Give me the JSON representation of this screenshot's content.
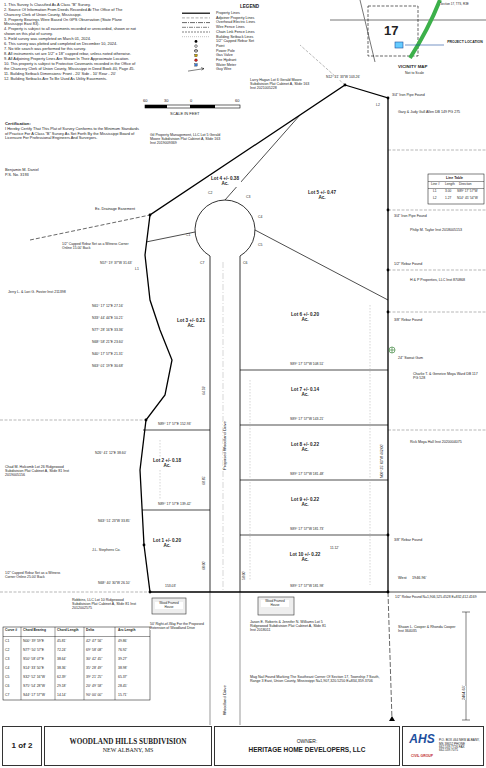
{
  "diagram": {
    "nodes": [
      {
        "text": [
          "1 of 2"
        ]
      },
      {
        "text": [
          "WOODLAND HILLS SUBDIVISION",
          "NEW ALBANY, MS"
        ]
      },
      {
        "text": [
          "OWNER:",
          "HERITAGE HOME DEVELOPERS, LLC"
        ]
      },
      {
        "text": [
          "AHS",
          "CIVIL GROUP",
          "P.O. BOX 464 NEW ALBANY, MS 38652 PHONE 662.539.7726 FAX 662.539.7075"
        ]
      }
    ],
    "labels": [
      "1. This Survey Is Classified As A Class \"B\" Survey.",
      "2. Source Of Information From Deeds Recorded At The Office of The Chancery Clerk of Union County, Mississippi.",
      "3. Property Bearings Were Based On GPS Observation (State Plane Mississippi East 83).",
      "4. Property is subject to all easements recorded or unrecorded, shown or not shown on this plat of survey.",
      "5. Field survey was completed on March 01, 2024.",
      "6. This survey was plotted and completed on December 10, 2024.",
      "7. No title search was performed for this survey.",
      "8. All instruments set are 1/2\" x 18\" capped rebar, unless noted otherwise.",
      "9. All Adjoining Property Lines Are Shown In Their Approximate Location.",
      "10. This property is subject to Protective Covenants recorded in the Office of the Chancery Clerk of Union County, Mississippi in Deed Book 40, Page 45.",
      "11. Building Setback Dimensions: Front - 20' Side - 10' Rear - 20'",
      "12. Building Setbacks Are To Be Used As Utility Easements.",
      "Certification:",
      "I Hereby Certify That This Plat of Survey Conforms to the Minimum Standards of Practice For A Class \"B\" Survey As Set Forth By the Mississippi Board of Licensure For Professional Engineers And Surveyors.",
      "Benjamin M. Daniel",
      "P.S. No. 3193",
      "LEGEND",
      "60",
      "30",
      "0",
      "60",
      "SCALE IN FEET",
      "17",
      "PROJECT LOCATION",
      "VICINITY MAP",
      "Not to Scale",
      "Section 17, T7S, R3E",
      "Line Table",
      "Line #",
      "Length",
      "Direction",
      "L1",
      "3.00",
      "S89° 17' 57\"W",
      "L2",
      "1.27",
      "N14° 45' 54\"W",
      "Curve #",
      "Chord Bearing",
      "Chord Length",
      "Delta",
      "Arc Length",
      "C1",
      "N00° 39' 59\"E",
      "45.81'",
      "42° 47' 56\"",
      "49.86'",
      "C2",
      "N77° 50' 57\"E",
      "72.24'",
      "69° 58' 08\"",
      "76.92'",
      "C3",
      "S50° 58' 07\"E",
      "38.64'",
      "30° 42' 45\"",
      "39.27'",
      "C4",
      "S14° 33' 50\"E",
      "38.36'",
      "35° 28' 49\"",
      "38.98'",
      "C5",
      "S32° 52' 16\"W",
      "62.39'",
      "39° 21' 25\"",
      "65.37'",
      "C6",
      "S75° 54' 28\"W",
      "29.18'",
      "20° 49' 58\"",
      "28.45'",
      "C7",
      "S44° 17' 57\"W",
      "14.14'",
      "90° 00' 00\"",
      "15.71'",
      "Lot 1 +/- 0.20 Ac.",
      "Lot 2 +/- 0.18 Ac.",
      "Lot 3 +/- 0.21 Ac.",
      "Lot 4 +/- 0.38 Ac.",
      "Lot 5 +/- 0.47 Ac.",
      "Lot 6 +/- 0.20 Ac.",
      "Lot 7 +/- 0.14 Ac.",
      "Lot 8 +/- 0.22 Ac.",
      "Lot 9 +/- 0.22 Ac.",
      "Lot 10 +/- 0.22 Ac.",
      "Proposed Woodland Drive",
      "Woodland Drive",
      "50' Right-of-Way For the Proposed Extension of Woodland Drive",
      "Ex. Drainage Easement",
      "Gil Property Management, LLC Lot 5 Gerald Moore Subdivision Plat Cabinet A, Slide 163 Inst 2019009369",
      "Jerry L. & Lori G. Foster Inst 211398",
      "Larry Hagan Lot 6 Gerald Moore Subdivision Plat Cabinet A, Slide 163 Inst 2021005228",
      "Gary & Judy Gull Allen DB 149 PG 275",
      "Philip M. Taylor Inst 2018005153",
      "H & P Properties, LLC Inst 870868",
      "Charlie T. & Geneive Moya Ward DB 117 PG 528",
      "Rick Moya Hall Inst 2020004075",
      "Shawn L. Cooper & Rhonda Cooper Inst 364035",
      "Chad M. Holcomb Lot 26 Ridgewood Subdivision Plat Cabinet A, Slide 81 Inst 2019005156",
      "J.L. Stephens Co.",
      "Robbins, LLC Lot 10 Ridgewood Subdivision Plat Cabinet A, Slide 81 Inst 2012002575",
      "Jason E. Roberts & Jennifer N. Williams Lot 5 Ridgewood Subdivision Plat Cabinet A, Slide 81 Inst 2018011",
      "Wood Framed House",
      "Wood Framed House",
      "Mag Nail Found Marking The Southeast Corner Of Section 17, Township 7 South, Range 3 East, Union County, Mississippi N=1,907,320.5250 E=834,359.3706",
      "West",
      "1946.96'",
      "1/2\" Rebar Found N=1,906,525.4528 E=832,412.4169",
      "2464.63'",
      "24\" Sweat Gum",
      "3/4\" Iron Pipe Found",
      "3/4\" Iron Pipe Found",
      "1/2\" Rebar Found",
      "3/8\" Rebar Found",
      "3/8\" Rebar Found",
      "1/2\" Capped Rebar Set as a Witness Corner Online 15.00' Back",
      "N57° 19' 37\"W 31.63'",
      "N61° 17' 12\"E 27.16'",
      "N33° 44' 44\"E 10.21'",
      "N77° 28' 16\"E 33.36'",
      "N68° 58' 21\"E 23.60'",
      "N40° 17' 57\"E 21.31'",
      "N63° 01' 19\"E 30.68'",
      "N26° 41' 12\"E 38.60'",
      "N63° 51' 23\"W 33.85'",
      "N68° 40' 30\"W 26.10'",
      "1/2\" Capped Rebar Set as a Witness Corner Online 25.00' Back",
      "N89° 17' 57\"E 152.93'",
      "N89° 17' 57\"E 139.42'",
      "153.03'",
      "S89° 17' 57\"W 108.51'",
      "S89° 17' 57\"W 143.21'",
      "S89° 17' 57\"W 181.48'",
      "S89° 17' 57\"W 181.73'",
      "S89° 17' 57\"W 181.98'",
      "64.59'",
      "68.85'",
      "60.00'",
      "58.00'",
      "11.12'",
      "C1",
      "C2",
      "C3",
      "C4",
      "C5",
      "C6",
      "C7",
      "L1",
      "L2",
      "N00° 35' 03\"W 462.00'",
      "N12° 41' 33\"W 103.26'"
    ],
    "legend": [
      {
        "text": "Property Lines"
      },
      {
        "text": "Adjoiner Property Lines"
      },
      {
        "text": "Overhead Electric Lines"
      },
      {
        "text": "Wire Fence Lines"
      },
      {
        "text": "Chain Link Fence Lines"
      },
      {
        "text": "Building Setback Lines"
      },
      {
        "text": "1/2\" Capped Rebar Set"
      },
      {
        "text": "Point"
      },
      {
        "text": "Power Pole"
      },
      {
        "text": "Gas Valve"
      },
      {
        "text": "Fire Hydrant"
      },
      {
        "text": "Water Meter"
      },
      {
        "text": "Guy Wire"
      }
    ]
  }
}
